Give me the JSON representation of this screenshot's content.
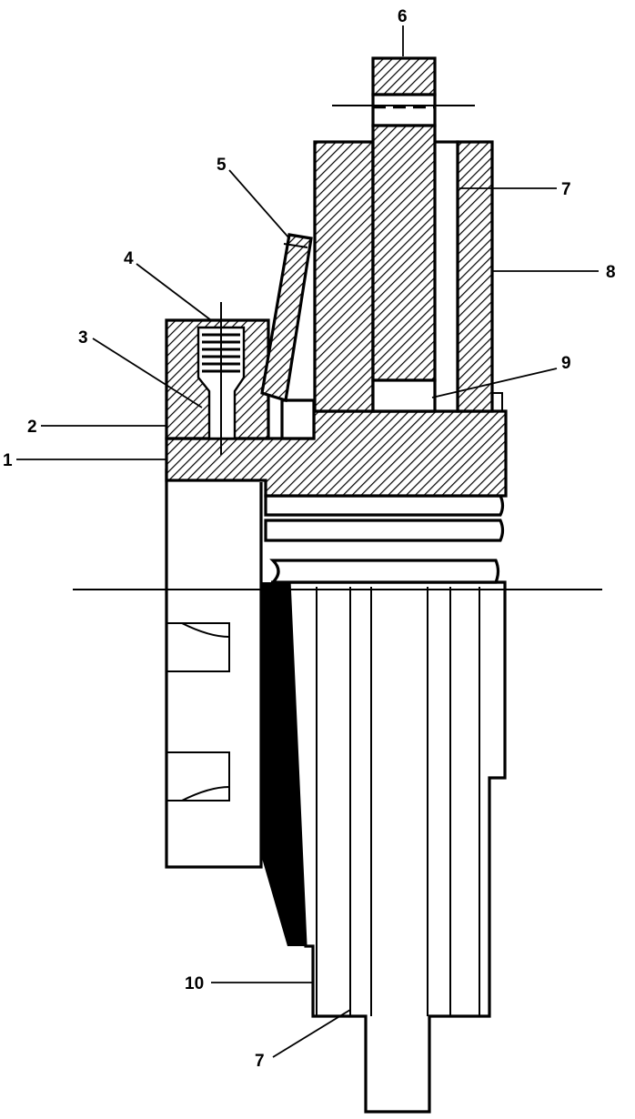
{
  "diagram": {
    "callouts": [
      {
        "id": "c1",
        "label": "1"
      },
      {
        "id": "c2",
        "label": "2"
      },
      {
        "id": "c3",
        "label": "3"
      },
      {
        "id": "c4",
        "label": "4"
      },
      {
        "id": "c5",
        "label": "5"
      },
      {
        "id": "c6",
        "label": "6"
      },
      {
        "id": "c7a",
        "label": "7"
      },
      {
        "id": "c8",
        "label": "8"
      },
      {
        "id": "c9",
        "label": "9"
      },
      {
        "id": "c10",
        "label": "10"
      },
      {
        "id": "c7b",
        "label": "7"
      }
    ],
    "colors": {
      "line": "#000000",
      "background": "#ffffff"
    }
  }
}
